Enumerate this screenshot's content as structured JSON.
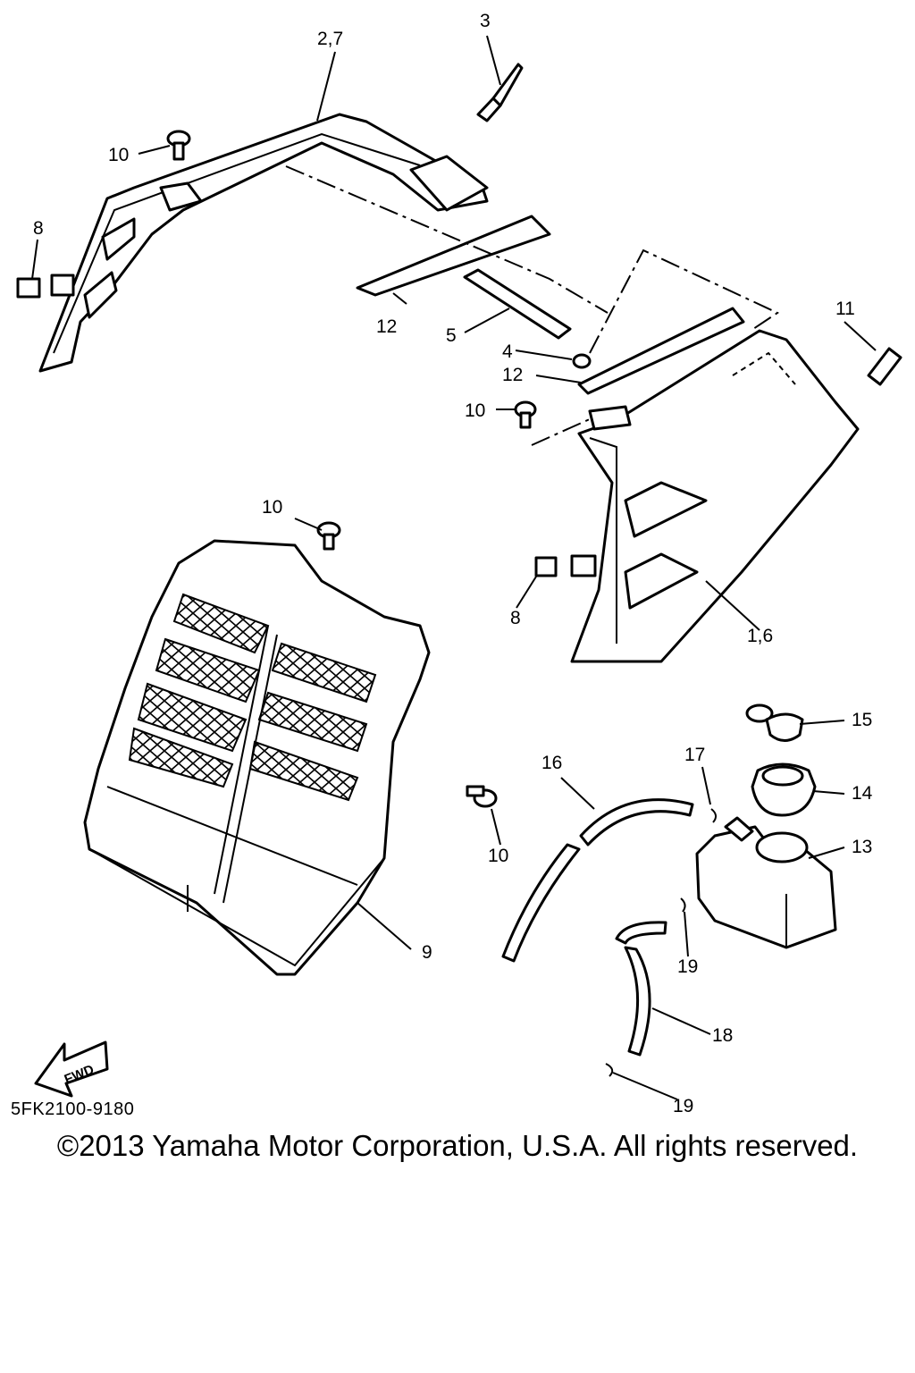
{
  "callouts": {
    "c27": "2,7",
    "c3": "3",
    "c10a": "10",
    "c8a": "8",
    "c12a": "12",
    "c5": "5",
    "c11": "11",
    "c4": "4",
    "c12b": "12",
    "c10b": "10",
    "c10c": "10",
    "c8b": "8",
    "c16": "1,6",
    "c15": "15",
    "c16h": "16",
    "c17": "17",
    "c14": "14",
    "c13": "13",
    "c10d": "10",
    "c9": "9",
    "c19a": "19",
    "c18": "18",
    "c19b": "19"
  },
  "fwd_label": "FWD",
  "diagram_code": "5FK2100-9180",
  "copyright": "©2013 Yamaha Motor Corporation, U.S.A. All rights reserved."
}
